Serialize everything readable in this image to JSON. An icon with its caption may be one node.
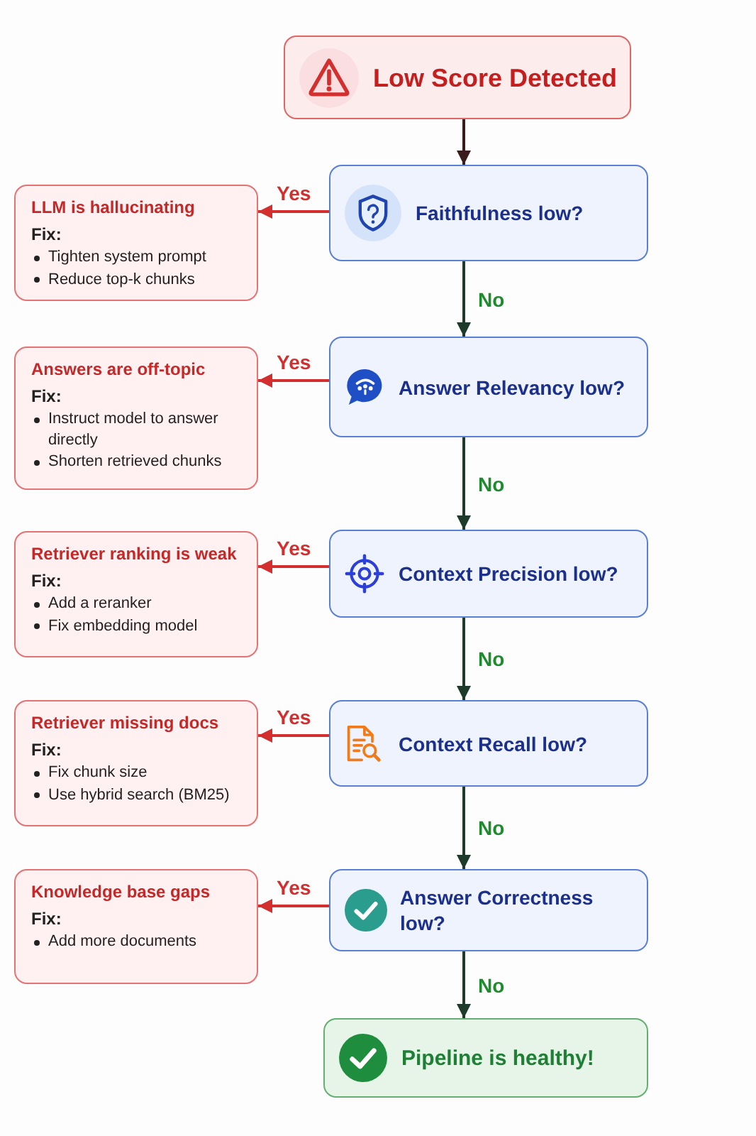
{
  "diagram": {
    "nodes": [
      {
        "text": [
          "Low Score Detected"
        ]
      },
      {
        "text": [
          "Faithfulness low?"
        ]
      },
      {
        "text": [
          "LLM is hallucinating",
          "Fix:",
          "Tighten system prompt",
          "Reduce top-k chunks"
        ]
      },
      {
        "text": [
          "Answer Relevancy low?"
        ]
      },
      {
        "text": [
          "Answers are off-topic",
          "Fix:",
          "Instruct model to answer directly",
          "Shorten retrieved chunks"
        ]
      },
      {
        "text": [
          "Context Precision low?"
        ]
      },
      {
        "text": [
          "Retriever ranking is weak",
          "Fix:",
          "Add a reranker",
          "Fix embedding model"
        ]
      },
      {
        "text": [
          "Context Recall low?"
        ]
      },
      {
        "text": [
          "Retriever missing docs",
          "Fix:",
          "Fix chunk size",
          "Use hybrid search (BM25)"
        ]
      },
      {
        "text": [
          "Answer Correctness low?"
        ]
      },
      {
        "text": [
          "Knowledge base gaps",
          "Fix:",
          "Add more documents"
        ]
      },
      {
        "text": [
          "Pipeline is healthy!"
        ]
      }
    ],
    "edges": [
      {
        "from": 0,
        "to": 1,
        "arrow": "to",
        "color": "#3b1c1c"
      },
      {
        "from": 1,
        "to": 2,
        "arrow": "to",
        "label": "Yes",
        "color": "#d32f2f"
      },
      {
        "from": 1,
        "to": 3,
        "arrow": "to",
        "label": "No",
        "color": "#1d3a2b"
      },
      {
        "from": 3,
        "to": 4,
        "arrow": "to",
        "label": "Yes",
        "color": "#d32f2f"
      },
      {
        "from": 3,
        "to": 5,
        "arrow": "to",
        "label": "No",
        "color": "#1d3a2b"
      },
      {
        "from": 5,
        "to": 6,
        "arrow": "to",
        "label": "Yes",
        "color": "#d32f2f"
      },
      {
        "from": 5,
        "to": 7,
        "arrow": "to",
        "label": "No",
        "color": "#1d3a2b"
      },
      {
        "from": 7,
        "to": 8,
        "arrow": "to",
        "label": "Yes",
        "color": "#d32f2f"
      },
      {
        "from": 7,
        "to": 9,
        "arrow": "to",
        "label": "No",
        "color": "#1d3a2b"
      },
      {
        "from": 9,
        "to": 10,
        "arrow": "to",
        "label": "Yes",
        "color": "#d32f2f"
      },
      {
        "from": 9,
        "to": 11,
        "arrow": "to",
        "label": "No",
        "color": "#1d3a2b"
      }
    ]
  }
}
